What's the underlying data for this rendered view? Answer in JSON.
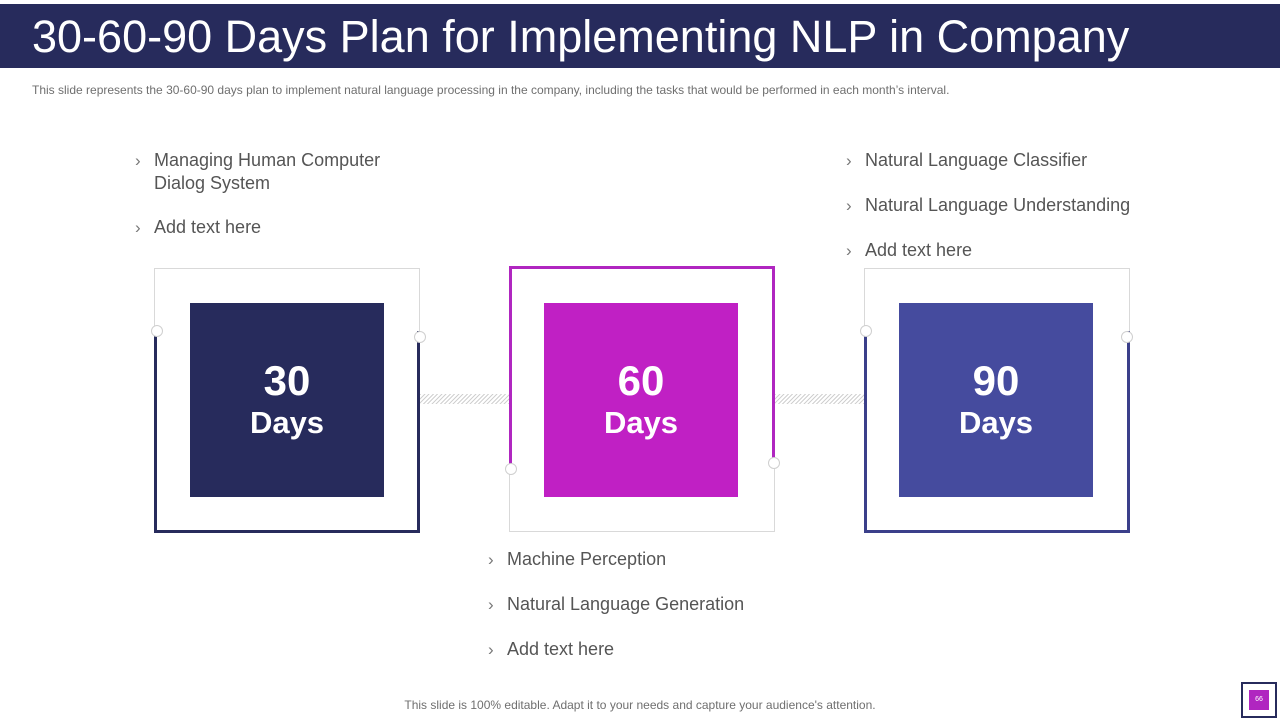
{
  "header": {
    "title": "30-60-90 Days Plan for Implementing NLP in Company",
    "subtitle": "This slide represents the 30-60-90  days plan to implement natural language  processing in the company, including the tasks that would  be performed  in each month’s interval."
  },
  "phases": [
    {
      "number": "30",
      "unit": "Days",
      "color": "#272b5c",
      "items": [
        "Managing Human Computer Dialog System",
        "Add text here"
      ]
    },
    {
      "number": "60",
      "unit": "Days",
      "color": "#c020c4",
      "items": [
        "Machine Perception",
        "Natural  Language Generation",
        "Add text here"
      ]
    },
    {
      "number": "90",
      "unit": "Days",
      "color": "#454b9e",
      "items": [
        "Natural  Language Classifier",
        "Natural  Language Understanding",
        "Add text here"
      ]
    }
  ],
  "footer": {
    "note": "This slide is 100% editable. Adapt it to your needs and capture your audience's attention.",
    "page_number": "66"
  }
}
